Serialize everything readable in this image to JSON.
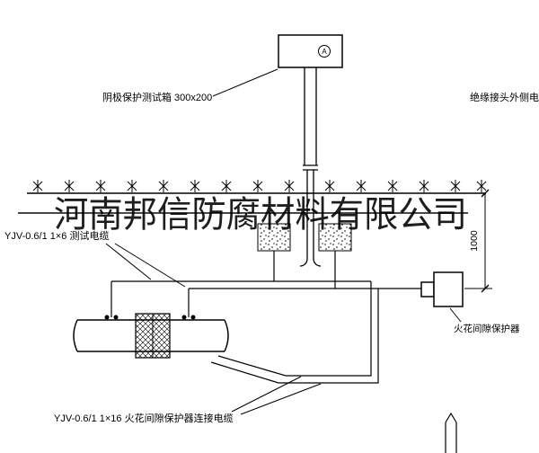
{
  "watermark": {
    "text": "河南邦信防腐材料有限公司"
  },
  "test_box": {
    "label": "阴极保护测试箱 300x200",
    "meter_symbol": "A"
  },
  "labels": {
    "insulation_joint_cable": "绝缘接头外侧电缆",
    "test_cable": "YJV-0.6/1 1×6  测试电缆",
    "spark_gap_protector": "火花间隙保护器",
    "protector_cable": "YJV-0.6/1 1×16  火花间隙保护器连接电缆"
  },
  "dimension": {
    "depth": "1000"
  },
  "colors": {
    "line": "#000000",
    "background": "#ffffff"
  }
}
